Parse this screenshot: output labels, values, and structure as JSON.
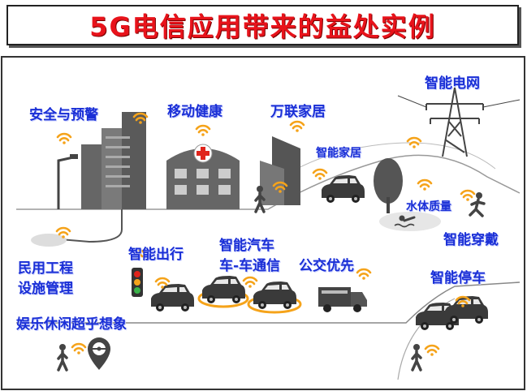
{
  "title": "5G电信应用带来的益处实例",
  "labels": {
    "safety": "安全与预警",
    "mobile_health": "移动健康",
    "connected_home": "万联家居",
    "smart_home": "智能家居",
    "smart_grid": "智能电网",
    "water_quality": "水体质量",
    "smart_wearable": "智能穿戴",
    "civil_engineering_1": "民用工程",
    "civil_engineering_2": "设施管理",
    "smart_travel": "智能出行",
    "smart_car": "智能汽车",
    "v2v": "车-车通信",
    "bus_priority": "公交优先",
    "smart_parking": "智能停车",
    "entertainment": "娱乐休闲超乎想象"
  },
  "colors": {
    "title": "#e8131b",
    "label": "#1a2fd6",
    "wifi": "#f5a31a",
    "ring": "#f5a31a",
    "cross": "#e0241b"
  },
  "icons": [
    "wifi-icon",
    "hospital-cross-icon",
    "traffic-light-icon",
    "pylon-icon",
    "car-icon",
    "truck-icon",
    "pedestrian-icon",
    "runner-icon",
    "swimmer-icon",
    "tree-icon",
    "streetlight-icon",
    "map-pin-icon"
  ]
}
